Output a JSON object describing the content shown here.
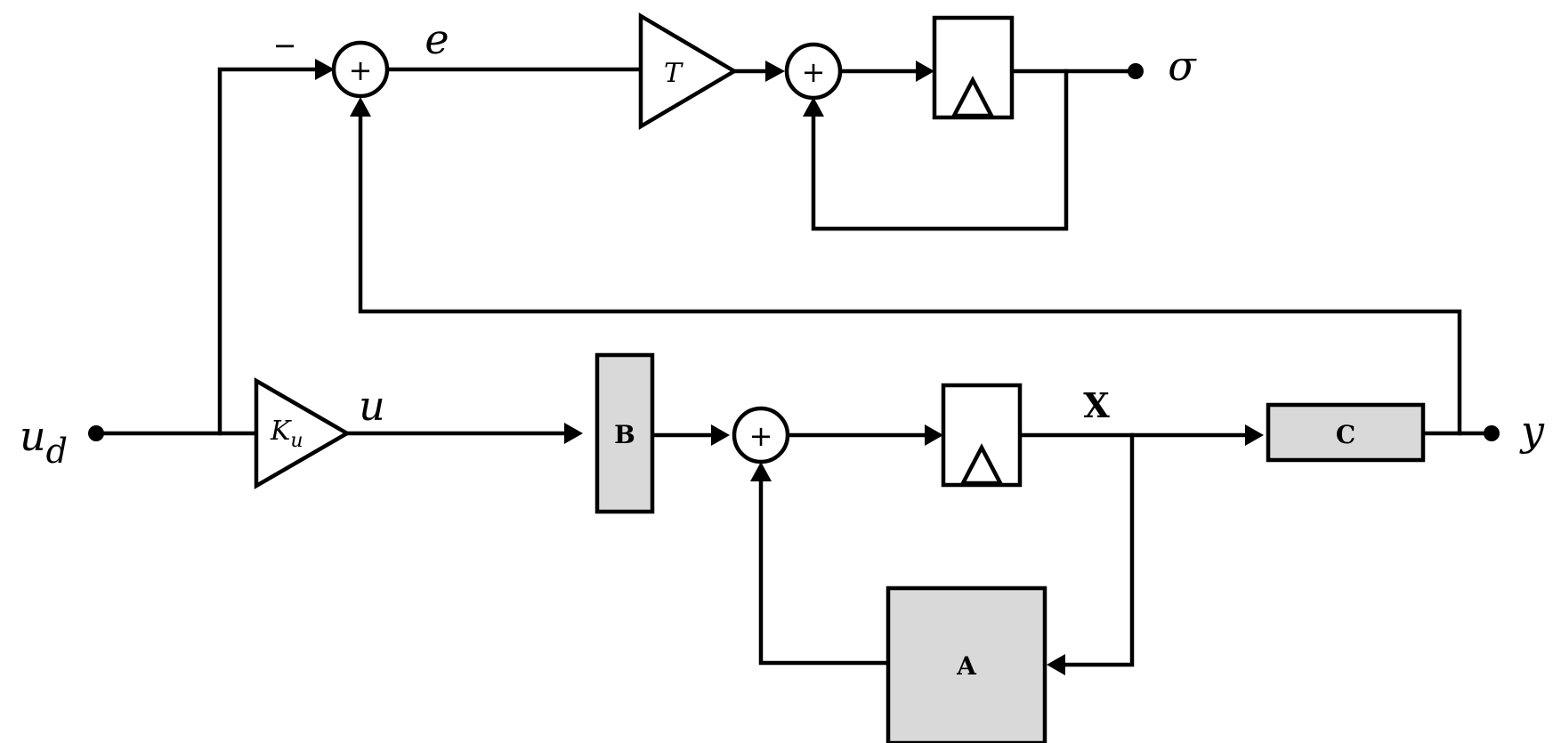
{
  "signals": {
    "input": "u",
    "input_sub": "d",
    "control": "u",
    "error": "e",
    "state": "X",
    "output": "y",
    "sigma": "σ"
  },
  "blocks": {
    "gain_ku": "K",
    "gain_ku_sub": "u",
    "gain_t": "T",
    "input_matrix": "B",
    "state_matrix": "A",
    "output_matrix": "C"
  },
  "summers": {
    "error_sum": "+",
    "integrator_sum": "+",
    "state_sum": "+",
    "minus_sign": "−"
  }
}
